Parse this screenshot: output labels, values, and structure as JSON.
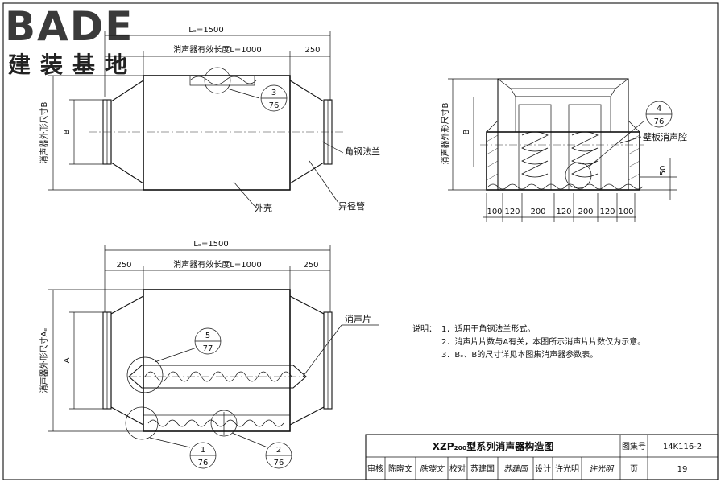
{
  "logo": {
    "brand": "BADE",
    "subtitle_chars": [
      "建",
      "装",
      "基",
      "地"
    ]
  },
  "top_view": {
    "dim_total": "Lₑ=1500",
    "dim_effective": "消声器有效长度L=1000",
    "dim_right": "250",
    "side_label": "消声器外形尺寸B",
    "side_dim": "B",
    "callout_num": "3",
    "callout_den": "76",
    "label_flange": "角钢法兰",
    "label_shell": "外壳",
    "label_reducer": "异径管"
  },
  "section_view": {
    "side_label": "消声器外形尺寸B",
    "side_dim": "B",
    "callout_num": "4",
    "callout_den": "76",
    "label_wall_cavity": "壁板消声腔",
    "dim_50": "50",
    "bottom_dims": [
      "100",
      "120",
      "200",
      "120",
      "200",
      "120",
      "100"
    ]
  },
  "bottom_view": {
    "dim_total": "Lₑ=1500",
    "dim_left": "250",
    "dim_effective": "消声器有效长度L=1000",
    "dim_right": "250",
    "side_label": "消声器外形尺寸Aₑ",
    "side_dim": "A",
    "label_baffle": "消声片",
    "callout_top_num": "5",
    "callout_top_den": "77",
    "callout_bl_num": "1",
    "callout_bl_den": "76",
    "callout_br_num": "2",
    "callout_br_den": "76"
  },
  "notes": {
    "heading": "说明：",
    "items": [
      "1．适用于角钢法兰形式。",
      "2．消声片片数与A有关，本图所示消声片片数仅为示意。",
      "3．Bₑ、B的尺寸详见本图集消声器参数表。"
    ]
  },
  "title_block": {
    "title": "XZP₂₀₀型系列消声器构造图",
    "atlas_label": "图集号",
    "atlas_no": "14K116-2",
    "review_label": "审核",
    "reviewer": "陈晓文",
    "reviewer_sign": "陈晓文",
    "check_label": "校对",
    "checker": "苏建国",
    "checker_sign": "苏建国",
    "design_label": "设计",
    "designer": "许光明",
    "designer_sign": "许光明",
    "page_label": "页",
    "page_no": "19"
  }
}
